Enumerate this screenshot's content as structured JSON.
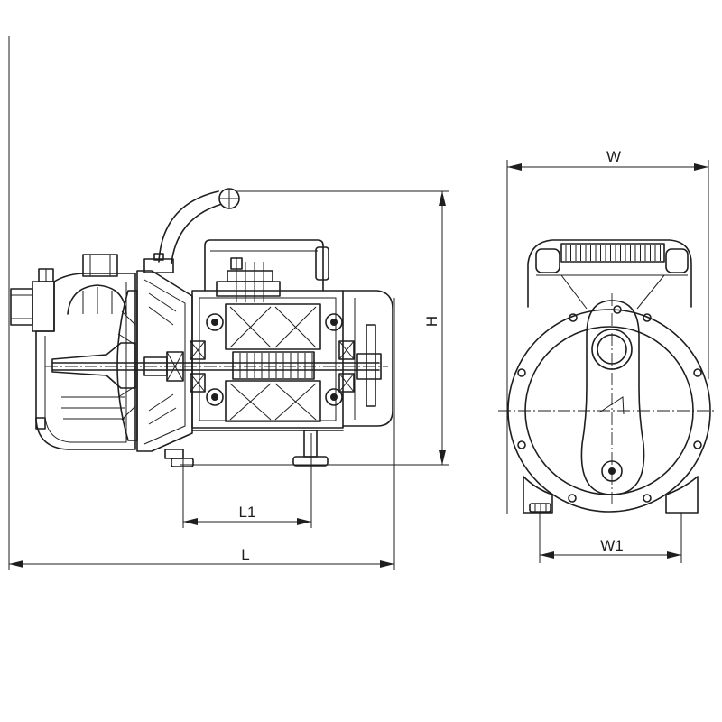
{
  "dimensions": {
    "W": "W",
    "H": "H",
    "L1": "L1",
    "L": "L",
    "W1": "W1"
  },
  "colors": {
    "line": "#1e1e1e",
    "background": "#ffffff"
  }
}
